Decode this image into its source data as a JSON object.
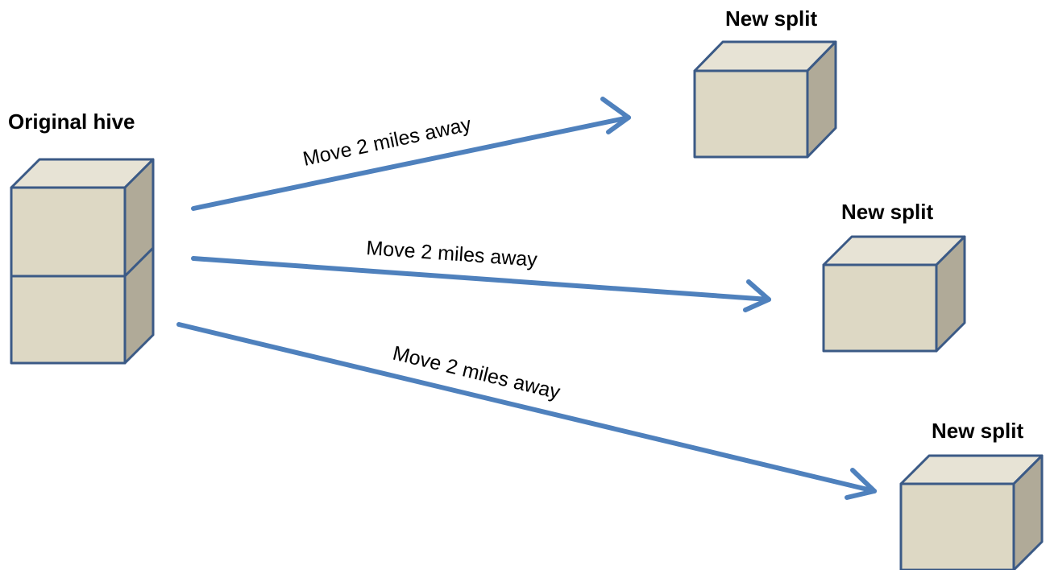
{
  "original": {
    "label": "Original hive"
  },
  "splits": [
    {
      "label": "New split"
    },
    {
      "label": "New split"
    },
    {
      "label": "New split"
    }
  ],
  "moves": [
    {
      "label": "Move 2 miles away"
    },
    {
      "label": "Move 2 miles away"
    },
    {
      "label": "Move 2 miles away"
    }
  ],
  "colors": {
    "box_front": "#ddd8c4",
    "box_top": "#e7e3d5",
    "box_side": "#b0aa98",
    "box_stroke": "#3b5a86",
    "arrow": "#4f81bd"
  }
}
